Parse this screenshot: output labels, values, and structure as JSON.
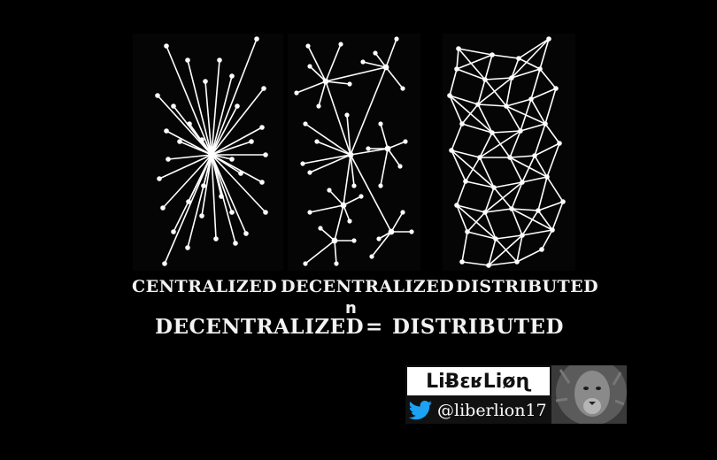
{
  "labels": {
    "centralized": "CENTRALIZED",
    "decentralized": "DECENTRALIZED",
    "distributed": "DISTRIBUTED"
  },
  "equation": {
    "left": "DECENTRALIZED",
    "exponent": "n",
    "equals": "=",
    "right": "DISTRIBUTED"
  },
  "badge": {
    "name": "LiɃεʁLiøɳ",
    "handle": "@liberlion17",
    "bird_icon": "twitter-bird-icon",
    "lion_image": "lion-photo"
  },
  "colors": {
    "background": "#000000",
    "network": "#ffffff",
    "badge_name_bg": "#ffffff",
    "twitter_blue": "#1da1f2"
  }
}
